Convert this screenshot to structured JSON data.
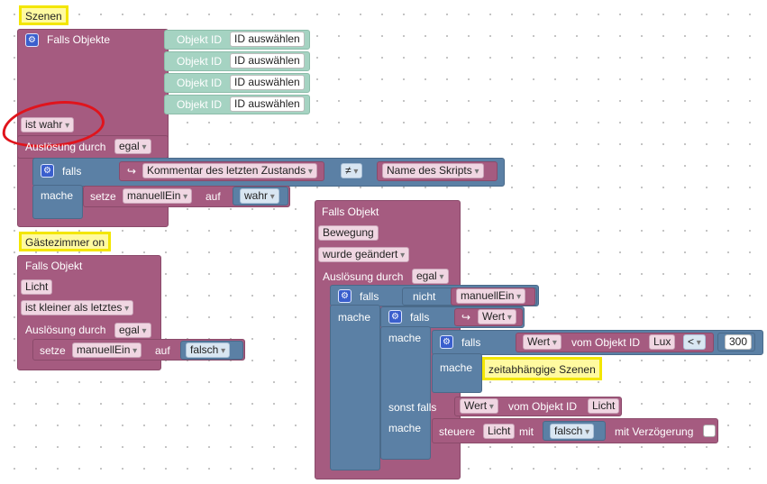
{
  "group1": {
    "comment": "Szenen",
    "event_label": "Falls Objekte",
    "id_label": "Objekt ID",
    "id_placeholder": "ID auswählen",
    "condition": "ist wahr",
    "trigger_label": "Auslösung durch",
    "trigger_value": "egal",
    "if_label": "falls",
    "comment_value": "Kommentar des letzten Zustands",
    "operator": "≠",
    "script_name": "Name des Skripts",
    "do_label": "mache",
    "set_label": "setze",
    "var_name": "manuellEin",
    "to_label": "auf",
    "value": "wahr"
  },
  "group2": {
    "comment": "Gästezimmer on",
    "event_label": "Falls Objekt",
    "object": "Licht",
    "condition": "ist kleiner als letztes",
    "trigger_label": "Auslösung durch",
    "trigger_value": "egal",
    "set_label": "setze",
    "var_name": "manuellEin",
    "to_label": "auf",
    "value": "falsch"
  },
  "group3": {
    "event_label": "Falls Objekt",
    "object": "Bewegung",
    "condition": "wurde geändert",
    "trigger_label": "Auslösung durch",
    "trigger_value": "egal",
    "if_label": "falls",
    "not_label": "nicht",
    "var_name": "manuellEin",
    "do_label": "mache",
    "value_label": "Wert",
    "of_object_label": "vom Objekt ID",
    "lux_object": "Lux",
    "operator": "<",
    "threshold": "300",
    "scene_comment": "zeitabhängige Szenen",
    "else_if_label": "sonst falls",
    "licht_object": "Licht",
    "control_label": "steuere",
    "with_label": "mit",
    "control_value": "falsch",
    "delay_label": "mit Verzögerung"
  }
}
